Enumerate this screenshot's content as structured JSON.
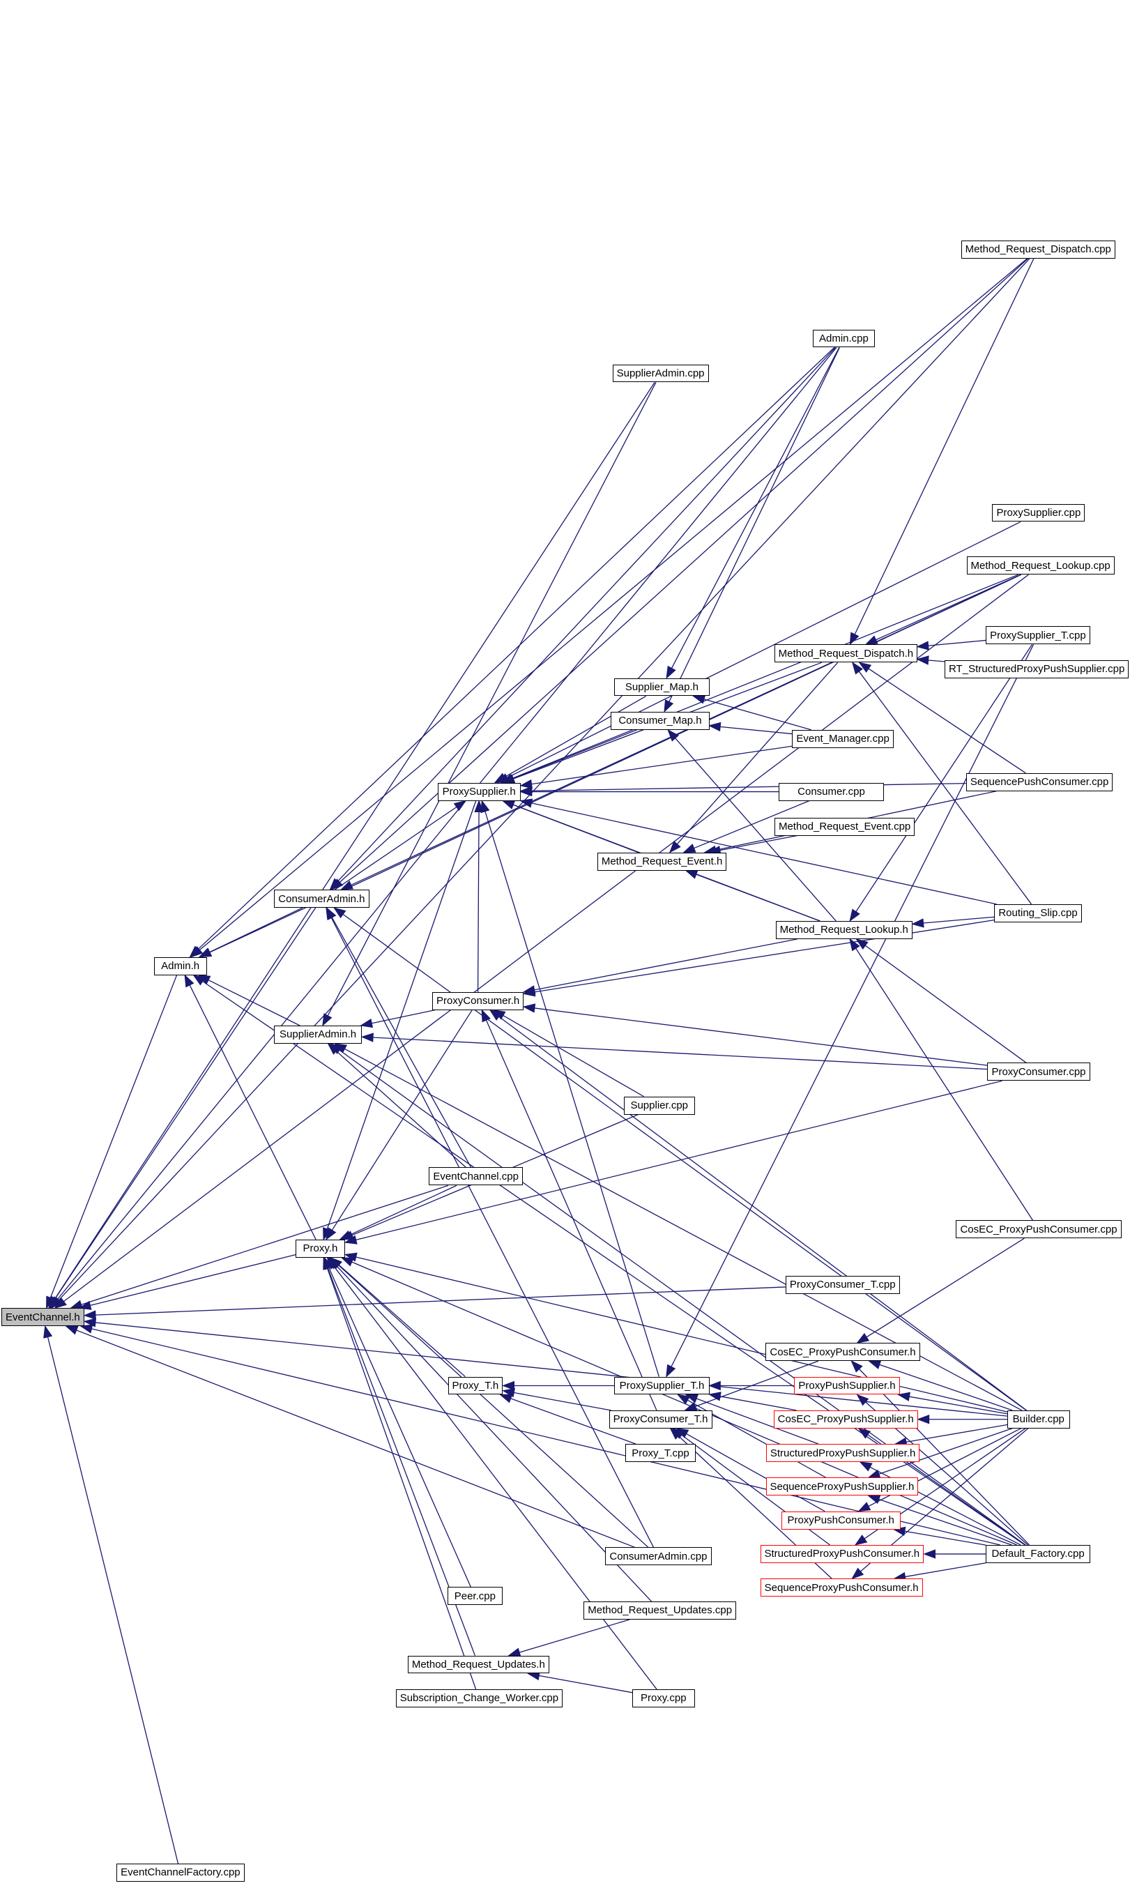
{
  "colors": {
    "edge": "#191970",
    "root_fill": "#bfbfbf",
    "border": "#000000",
    "undocumented_border": "#ff0000"
  },
  "root": "EventChannel.h",
  "nodes": [
    {
      "id": "EventChannel.h",
      "label": "EventChannel.h",
      "style": "root"
    },
    {
      "id": "EventChannelFactory.cpp",
      "label": "EventChannelFactory.cpp"
    },
    {
      "id": "Admin.h",
      "label": "Admin.h"
    },
    {
      "id": "ConsumerAdmin.h",
      "label": "ConsumerAdmin.h"
    },
    {
      "id": "SupplierAdmin.h",
      "label": "SupplierAdmin.h"
    },
    {
      "id": "Proxy.h",
      "label": "Proxy.h"
    },
    {
      "id": "ProxySupplier.h",
      "label": "ProxySupplier.h"
    },
    {
      "id": "ProxyConsumer.h",
      "label": "ProxyConsumer.h"
    },
    {
      "id": "EventChannel.cpp",
      "label": "EventChannel.cpp"
    },
    {
      "id": "Proxy_T.h",
      "label": "Proxy_T.h"
    },
    {
      "id": "Peer.cpp",
      "label": "Peer.cpp"
    },
    {
      "id": "Method_Request_Updates.h",
      "label": "Method_Request_Updates.h"
    },
    {
      "id": "Subscription_Change_Worker.cpp",
      "label": "Subscription_Change_Worker.cpp"
    },
    {
      "id": "SupplierAdmin.cpp",
      "label": "SupplierAdmin.cpp"
    },
    {
      "id": "Supplier_Map.h",
      "label": "Supplier_Map.h"
    },
    {
      "id": "Consumer_Map.h",
      "label": "Consumer_Map.h"
    },
    {
      "id": "Method_Request_Event.h",
      "label": "Method_Request_Event.h"
    },
    {
      "id": "Supplier.cpp",
      "label": "Supplier.cpp"
    },
    {
      "id": "ProxySupplier_T.h",
      "label": "ProxySupplier_T.h"
    },
    {
      "id": "ProxyConsumer_T.h",
      "label": "ProxyConsumer_T.h"
    },
    {
      "id": "Proxy_T.cpp",
      "label": "Proxy_T.cpp"
    },
    {
      "id": "ConsumerAdmin.cpp",
      "label": "ConsumerAdmin.cpp"
    },
    {
      "id": "Method_Request_Updates.cpp",
      "label": "Method_Request_Updates.cpp"
    },
    {
      "id": "Proxy.cpp",
      "label": "Proxy.cpp"
    },
    {
      "id": "Admin.cpp",
      "label": "Admin.cpp"
    },
    {
      "id": "Method_Request_Dispatch.h",
      "label": "Method_Request_Dispatch.h"
    },
    {
      "id": "Event_Manager.cpp",
      "label": "Event_Manager.cpp"
    },
    {
      "id": "Consumer.cpp",
      "label": "Consumer.cpp"
    },
    {
      "id": "Method_Request_Event.cpp",
      "label": "Method_Request_Event.cpp"
    },
    {
      "id": "Method_Request_Lookup.h",
      "label": "Method_Request_Lookup.h"
    },
    {
      "id": "ProxyConsumer_T.cpp",
      "label": "ProxyConsumer_T.cpp"
    },
    {
      "id": "CosEC_ProxyPushConsumer.h",
      "label": "CosEC_ProxyPushConsumer.h"
    },
    {
      "id": "ProxyPushSupplier.h",
      "label": "ProxyPushSupplier.h",
      "style": "red"
    },
    {
      "id": "CosEC_ProxyPushSupplier.h",
      "label": "CosEC_ProxyPushSupplier.h",
      "style": "red"
    },
    {
      "id": "StructuredProxyPushSupplier.h",
      "label": "StructuredProxyPushSupplier.h",
      "style": "red"
    },
    {
      "id": "SequenceProxyPushSupplier.h",
      "label": "SequenceProxyPushSupplier.h",
      "style": "red"
    },
    {
      "id": "ProxyPushConsumer.h",
      "label": "ProxyPushConsumer.h",
      "style": "red"
    },
    {
      "id": "StructuredProxyPushConsumer.h",
      "label": "StructuredProxyPushConsumer.h",
      "style": "red"
    },
    {
      "id": "SequenceProxyPushConsumer.h",
      "label": "SequenceProxyPushConsumer.h",
      "style": "red"
    },
    {
      "id": "Method_Request_Dispatch.cpp",
      "label": "Method_Request_Dispatch.cpp"
    },
    {
      "id": "ProxySupplier.cpp",
      "label": "ProxySupplier.cpp"
    },
    {
      "id": "Method_Request_Lookup.cpp",
      "label": "Method_Request_Lookup.cpp"
    },
    {
      "id": "ProxySupplier_T.cpp",
      "label": "ProxySupplier_T.cpp"
    },
    {
      "id": "RT_StructuredProxyPushSupplier.cpp",
      "label": "RT_StructuredProxyPushSupplier.cpp"
    },
    {
      "id": "SequencePushConsumer.cpp",
      "label": "SequencePushConsumer.cpp"
    },
    {
      "id": "Routing_Slip.cpp",
      "label": "Routing_Slip.cpp"
    },
    {
      "id": "ProxyConsumer.cpp",
      "label": "ProxyConsumer.cpp"
    },
    {
      "id": "CosEC_ProxyPushConsumer.cpp",
      "label": "CosEC_ProxyPushConsumer.cpp"
    },
    {
      "id": "Builder.cpp",
      "label": "Builder.cpp"
    },
    {
      "id": "Default_Factory.cpp",
      "label": "Default_Factory.cpp"
    }
  ],
  "edges": [
    [
      "Admin.h",
      "EventChannel.h"
    ],
    [
      "Proxy.h",
      "EventChannel.h"
    ],
    [
      "ConsumerAdmin.h",
      "EventChannel.h"
    ],
    [
      "SupplierAdmin.cpp",
      "EventChannel.h"
    ],
    [
      "Admin.cpp",
      "EventChannel.h"
    ],
    [
      "Method_Request_Dispatch.cpp",
      "EventChannel.h"
    ],
    [
      "Method_Request_Lookup.cpp",
      "EventChannel.h"
    ],
    [
      "EventChannel.cpp",
      "EventChannel.h"
    ],
    [
      "ProxyConsumer_T.cpp",
      "EventChannel.h"
    ],
    [
      "Builder.cpp",
      "EventChannel.h"
    ],
    [
      "ConsumerAdmin.cpp",
      "EventChannel.h"
    ],
    [
      "Default_Factory.cpp",
      "EventChannel.h"
    ],
    [
      "EventChannelFactory.cpp",
      "EventChannel.h"
    ],
    [
      "ConsumerAdmin.h",
      "Admin.h"
    ],
    [
      "SupplierAdmin.h",
      "Admin.h"
    ],
    [
      "Proxy.h",
      "Admin.h"
    ],
    [
      "Admin.cpp",
      "Admin.h"
    ],
    [
      "Method_Request_Dispatch.cpp",
      "Admin.h"
    ],
    [
      "Method_Request_Lookup.cpp",
      "Admin.h"
    ],
    [
      "Default_Factory.cpp",
      "Admin.h"
    ],
    [
      "Admin.cpp",
      "ConsumerAdmin.h"
    ],
    [
      "Method_Request_Dispatch.cpp",
      "ConsumerAdmin.h"
    ],
    [
      "Method_Request_Lookup.cpp",
      "ConsumerAdmin.h"
    ],
    [
      "EventChannel.cpp",
      "ConsumerAdmin.h"
    ],
    [
      "Builder.cpp",
      "ConsumerAdmin.h"
    ],
    [
      "ConsumerAdmin.cpp",
      "ConsumerAdmin.h"
    ],
    [
      "ProxyConsumer.h",
      "SupplierAdmin.h"
    ],
    [
      "EventChannel.cpp",
      "SupplierAdmin.h"
    ],
    [
      "Builder.cpp",
      "SupplierAdmin.h"
    ],
    [
      "SupplierAdmin.cpp",
      "SupplierAdmin.h"
    ],
    [
      "ProxyConsumer.cpp",
      "SupplierAdmin.h"
    ],
    [
      "Default_Factory.cpp",
      "SupplierAdmin.h"
    ],
    [
      "ConsumerAdmin.h",
      "ProxySupplier.h"
    ],
    [
      "ProxySupplier.cpp",
      "ProxySupplier.h"
    ],
    [
      "Method_Request_Lookup.cpp",
      "ProxySupplier.h"
    ],
    [
      "Method_Request_Dispatch.h",
      "ProxySupplier.h"
    ],
    [
      "Supplier_Map.h",
      "ProxySupplier.h"
    ],
    [
      "Consumer_Map.h",
      "ProxySupplier.h"
    ],
    [
      "Event_Manager.cpp",
      "ProxySupplier.h"
    ],
    [
      "Consumer.cpp",
      "ProxySupplier.h"
    ],
    [
      "Method_Request_Event.h",
      "ProxySupplier.h"
    ],
    [
      "Method_Request_Lookup.h",
      "ProxySupplier.h"
    ],
    [
      "Routing_Slip.cpp",
      "ProxySupplier.h"
    ],
    [
      "ProxySupplier_T.h",
      "ProxySupplier.h"
    ],
    [
      "SequencePushConsumer.cpp",
      "ProxySupplier.h"
    ],
    [
      "ProxyConsumer.h",
      "ProxySupplier.h"
    ],
    [
      "Method_Request_Lookup.h",
      "ProxyConsumer.h"
    ],
    [
      "Routing_Slip.cpp",
      "ProxyConsumer.h"
    ],
    [
      "ProxyConsumer.cpp",
      "ProxyConsumer.h"
    ],
    [
      "Supplier.cpp",
      "ProxyConsumer.h"
    ],
    [
      "ProxyConsumer_T.h",
      "ProxyConsumer.h"
    ],
    [
      "Builder.cpp",
      "ProxyConsumer.h"
    ],
    [
      "ProxySupplier.h",
      "Proxy.h"
    ],
    [
      "ProxyConsumer.h",
      "Proxy.h"
    ],
    [
      "EventChannel.cpp",
      "Proxy.h"
    ],
    [
      "Supplier.cpp",
      "Proxy.h"
    ],
    [
      "ProxyConsumer.cpp",
      "Proxy.h"
    ],
    [
      "Proxy_T.h",
      "Proxy.h"
    ],
    [
      "Peer.cpp",
      "Proxy.h"
    ],
    [
      "Method_Request_Updates.h",
      "Proxy.h"
    ],
    [
      "Subscription_Change_Worker.cpp",
      "Proxy.h"
    ],
    [
      "ConsumerAdmin.cpp",
      "Proxy.h"
    ],
    [
      "Proxy.cpp",
      "Proxy.h"
    ],
    [
      "Default_Factory.cpp",
      "Proxy.h"
    ],
    [
      "Builder.cpp",
      "Proxy.h"
    ],
    [
      "Method_Request_Updates.cpp",
      "Proxy.h"
    ],
    [
      "ProxySupplier_T.h",
      "Proxy_T.h"
    ],
    [
      "ProxyConsumer_T.h",
      "Proxy_T.h"
    ],
    [
      "Proxy_T.cpp",
      "Proxy_T.h"
    ],
    [
      "Event_Manager.cpp",
      "Supplier_Map.h"
    ],
    [
      "Admin.cpp",
      "Supplier_Map.h"
    ],
    [
      "Event_Manager.cpp",
      "Consumer_Map.h"
    ],
    [
      "Admin.cpp",
      "Consumer_Map.h"
    ],
    [
      "Method_Request_Lookup.h",
      "Consumer_Map.h"
    ],
    [
      "Method_Request_Event.cpp",
      "Method_Request_Event.h"
    ],
    [
      "Consumer.cpp",
      "Method_Request_Event.h"
    ],
    [
      "SequencePushConsumer.cpp",
      "Method_Request_Event.h"
    ],
    [
      "Method_Request_Lookup.h",
      "Method_Request_Event.h"
    ],
    [
      "Method_Request_Dispatch.h",
      "Method_Request_Event.h"
    ],
    [
      "ProxySupplier_T.cpp",
      "Method_Request_Dispatch.h"
    ],
    [
      "RT_StructuredProxyPushSupplier.cpp",
      "Method_Request_Dispatch.h"
    ],
    [
      "Method_Request_Dispatch.cpp",
      "Method_Request_Dispatch.h"
    ],
    [
      "Method_Request_Lookup.cpp",
      "Method_Request_Dispatch.h"
    ],
    [
      "SequencePushConsumer.cpp",
      "Method_Request_Dispatch.h"
    ],
    [
      "Routing_Slip.cpp",
      "Method_Request_Dispatch.h"
    ],
    [
      "Routing_Slip.cpp",
      "Method_Request_Lookup.h"
    ],
    [
      "ProxySupplier_T.cpp",
      "Method_Request_Lookup.h"
    ],
    [
      "ProxyConsumer.cpp",
      "Method_Request_Lookup.h"
    ],
    [
      "CosEC_ProxyPushConsumer.cpp",
      "Method_Request_Lookup.h"
    ],
    [
      "ProxyPushSupplier.h",
      "ProxySupplier_T.h"
    ],
    [
      "CosEC_ProxyPushSupplier.h",
      "ProxySupplier_T.h"
    ],
    [
      "StructuredProxyPushSupplier.h",
      "ProxySupplier_T.h"
    ],
    [
      "SequenceProxyPushSupplier.h",
      "ProxySupplier_T.h"
    ],
    [
      "ProxySupplier_T.cpp",
      "ProxySupplier_T.h"
    ],
    [
      "ProxyPushConsumer.h",
      "ProxyConsumer_T.h"
    ],
    [
      "StructuredProxyPushConsumer.h",
      "ProxyConsumer_T.h"
    ],
    [
      "SequenceProxyPushConsumer.h",
      "ProxyConsumer_T.h"
    ],
    [
      "CosEC_ProxyPushConsumer.h",
      "ProxyConsumer_T.h"
    ],
    [
      "CosEC_ProxyPushConsumer.cpp",
      "CosEC_ProxyPushConsumer.h"
    ],
    [
      "Builder.cpp",
      "CosEC_ProxyPushConsumer.h"
    ],
    [
      "Default_Factory.cpp",
      "CosEC_ProxyPushConsumer.h"
    ],
    [
      "Builder.cpp",
      "ProxyPushSupplier.h"
    ],
    [
      "Default_Factory.cpp",
      "ProxyPushSupplier.h"
    ],
    [
      "Builder.cpp",
      "CosEC_ProxyPushSupplier.h"
    ],
    [
      "Default_Factory.cpp",
      "CosEC_ProxyPushSupplier.h"
    ],
    [
      "Builder.cpp",
      "StructuredProxyPushSupplier.h"
    ],
    [
      "Default_Factory.cpp",
      "StructuredProxyPushSupplier.h"
    ],
    [
      "Builder.cpp",
      "SequenceProxyPushSupplier.h"
    ],
    [
      "Default_Factory.cpp",
      "SequenceProxyPushSupplier.h"
    ],
    [
      "Builder.cpp",
      "ProxyPushConsumer.h"
    ],
    [
      "Default_Factory.cpp",
      "ProxyPushConsumer.h"
    ],
    [
      "Builder.cpp",
      "StructuredProxyPushConsumer.h"
    ],
    [
      "Default_Factory.cpp",
      "StructuredProxyPushConsumer.h"
    ],
    [
      "Builder.cpp",
      "SequenceProxyPushConsumer.h"
    ],
    [
      "Default_Factory.cpp",
      "SequenceProxyPushConsumer.h"
    ],
    [
      "Method_Request_Updates.cpp",
      "Method_Request_Updates.h"
    ],
    [
      "Proxy.cpp",
      "Method_Request_Updates.h"
    ]
  ]
}
